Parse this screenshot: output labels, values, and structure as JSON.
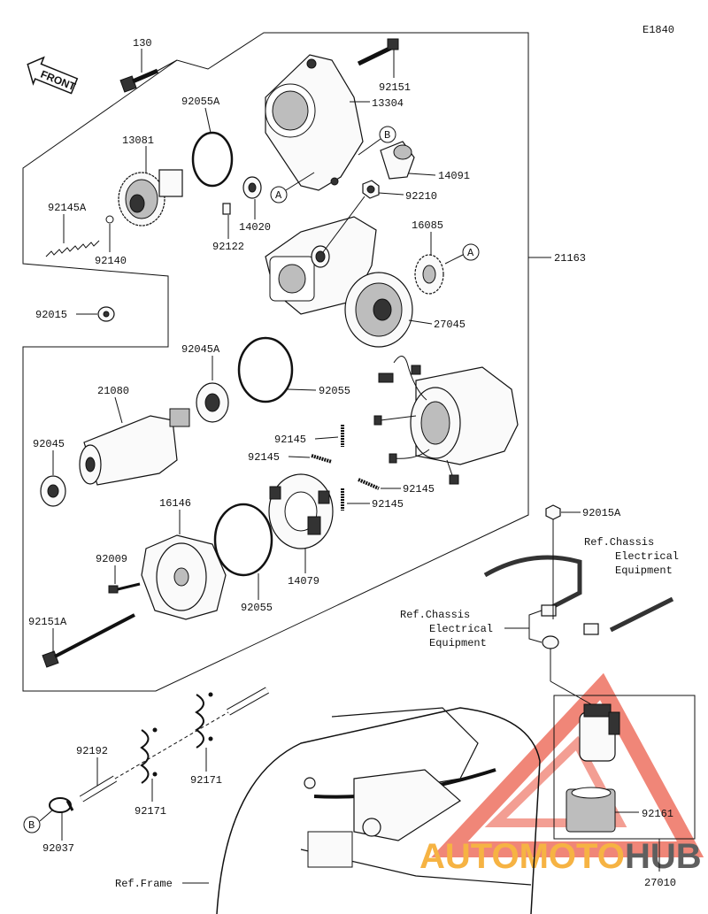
{
  "diagram_code": "E1840",
  "front_label": "FRONT",
  "part_numbers": {
    "p130": "130",
    "p92151": "92151",
    "p13304": "13304",
    "p92055A": "92055A",
    "p13081": "13081",
    "p14091": "14091",
    "p92210": "92210",
    "p14020": "14020",
    "p92145A": "92145A",
    "p92122": "92122",
    "p92140": "92140",
    "p16085": "16085",
    "p21163": "21163",
    "p92015": "92015",
    "p27045": "27045",
    "p92045A": "92045A",
    "p21080": "21080",
    "p92055_a": "92055",
    "p92045": "92045",
    "p92145_1": "92145",
    "p92145_2": "92145",
    "p92145_3": "92145",
    "p92145_4": "92145",
    "p16146": "16146",
    "p92009": "92009",
    "p14079": "14079",
    "p92055_b": "92055",
    "p92151A": "92151A",
    "p92015A": "92015A",
    "p92192": "92192",
    "p92171_a": "92171",
    "p92171_b": "92171",
    "p92037": "92037",
    "p92161": "92161",
    "p27010": "27010"
  },
  "callouts": {
    "A1": "A",
    "A2": "A",
    "B1": "B",
    "B2": "B"
  },
  "references": {
    "chassis_1": [
      "Ref.Chassis",
      "Electrical",
      "Equipment"
    ],
    "chassis_2": [
      "Ref.Chassis",
      "Electrical",
      "Equipment"
    ],
    "frame": "Ref.Frame"
  },
  "watermark": {
    "text_auto": "AUTOMOTO",
    "text_hub": "HUB",
    "color_accent": "#f5a623",
    "color_red": "#e8412c",
    "color_dark": "#444444"
  }
}
